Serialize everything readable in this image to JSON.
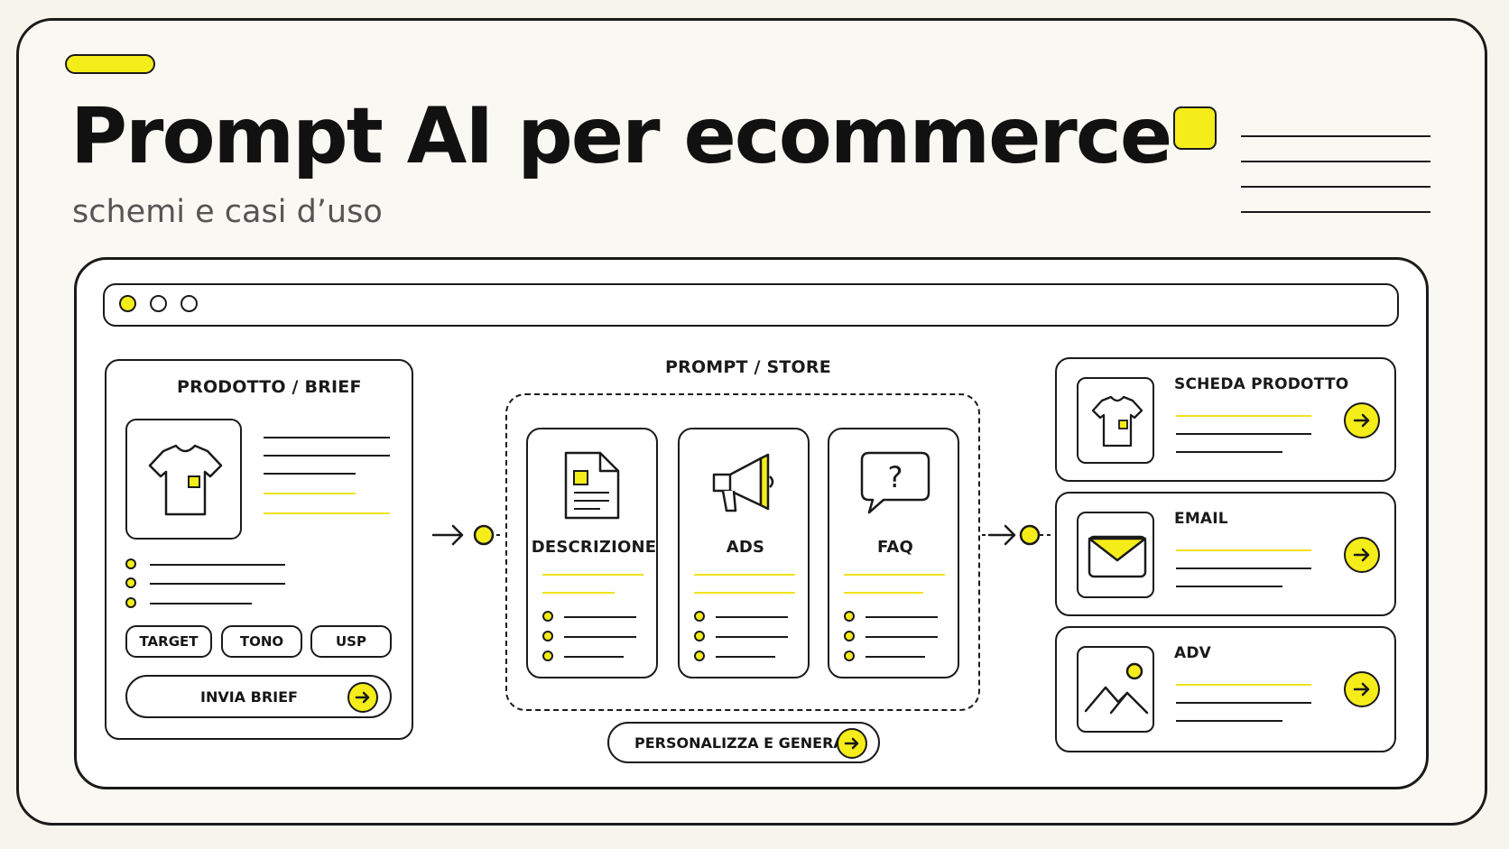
{
  "header": {
    "title": "Prompt AI per ecommerce",
    "subtitle": "schemi e casi d’uso"
  },
  "brief_panel": {
    "title": "PRODOTTO / BRIEF",
    "image_icon": "tshirt-icon",
    "tags": [
      "TARGET",
      "TONO",
      "USP"
    ],
    "submit_label": "INVIA BRIEF"
  },
  "prompt_store": {
    "title": "PROMPT / STORE",
    "cards": [
      {
        "label": "DESCRIZIONE",
        "icon": "document-icon"
      },
      {
        "label": "ADS",
        "icon": "megaphone-icon"
      },
      {
        "label": "FAQ",
        "icon": "question-bubble-icon"
      }
    ],
    "generate_label": "PERSONALIZZA E GENERA"
  },
  "outputs": [
    {
      "label": "SCHEDA PRODOTTO",
      "icon": "tshirt-icon"
    },
    {
      "label": "EMAIL",
      "icon": "envelope-icon"
    },
    {
      "label": "ADV",
      "icon": "image-icon"
    }
  ],
  "colors": {
    "accent": "#f5ed19",
    "ink": "#1a1a1a",
    "background": "#f7f4ec"
  }
}
